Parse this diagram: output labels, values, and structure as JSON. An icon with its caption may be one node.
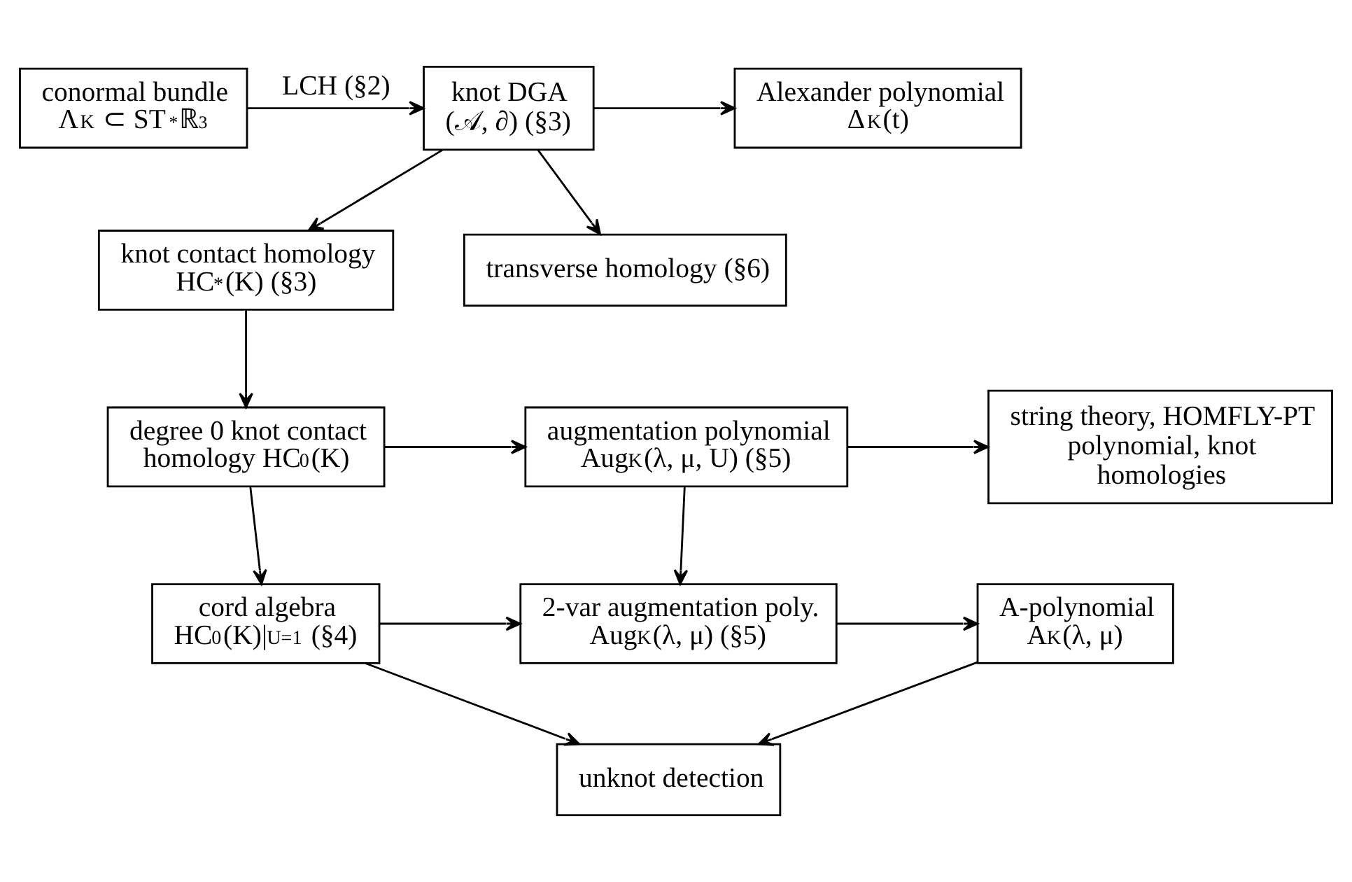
{
  "diagram": {
    "nodes": [
      {
        "text": [
          "conormal bundle",
          "Λ$_{K}$ ⊂ ST$^{*}$ℝ$^{3}$"
        ]
      },
      {
        "text": [
          "knot DGA",
          "(𝒜, ∂) (§3)"
        ]
      },
      {
        "text": [
          "Alexander polynomial",
          "Δ$_{K}$(t)"
        ]
      },
      {
        "text": [
          "knot contact homology",
          "HC$_{*}$(K) (§3)"
        ]
      },
      {
        "text": [
          "transverse homology (§6)"
        ]
      },
      {
        "text": [
          "degree 0 knot contact homology HC$_{0}$(K)"
        ]
      },
      {
        "text": [
          "augmentation polynomial",
          "Aug$_{K}$(λ, μ, U) (§5)"
        ]
      },
      {
        "text": [
          "string theory, HOMFLY-PT polynomial, knot homologies"
        ]
      },
      {
        "text": [
          "cord algebra",
          "HC$_{0}$(K)|$_{U=1}$ (§4)"
        ]
      },
      {
        "text": [
          "2-var augmentation poly.",
          "Aug$_{K}$(λ, μ) (§5)"
        ]
      },
      {
        "text": [
          "A-polynomial",
          "A$_{K}$(λ, μ)"
        ]
      },
      {
        "text": [
          "unknot detection"
        ]
      }
    ],
    "edges": [
      {
        "from": 0,
        "to": 1,
        "arrow": "to",
        "label": "LCH (§2)"
      },
      {
        "from": 1,
        "to": 2,
        "arrow": "to"
      },
      {
        "from": 1,
        "to": 3,
        "arrow": "to"
      },
      {
        "from": 1,
        "to": 4,
        "arrow": "to"
      },
      {
        "from": 3,
        "to": 5,
        "arrow": "to"
      },
      {
        "from": 5,
        "to": 6,
        "arrow": "to"
      },
      {
        "from": 6,
        "to": 7,
        "arrow": "to"
      },
      {
        "from": 5,
        "to": 8,
        "arrow": "to"
      },
      {
        "from": 6,
        "to": 9,
        "arrow": "to"
      },
      {
        "from": 8,
        "to": 9,
        "arrow": "to"
      },
      {
        "from": 9,
        "to": 10,
        "arrow": "to"
      },
      {
        "from": 10,
        "to": 11,
        "arrow": "to"
      },
      {
        "from": 8,
        "to": 11,
        "arrow": "to"
      }
    ]
  }
}
